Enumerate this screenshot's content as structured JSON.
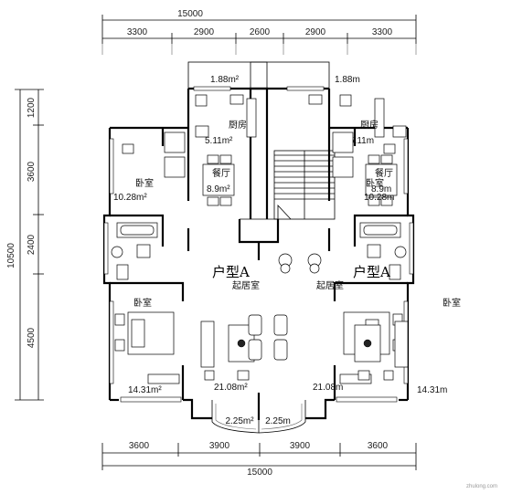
{
  "dimensions": {
    "top_total": "15000",
    "top_segments": [
      "3300",
      "2900",
      "2600",
      "2900",
      "3300"
    ],
    "bottom_segments": [
      "3600",
      "3900",
      "3900",
      "3600"
    ],
    "bottom_total": "15000",
    "left_total": "10500",
    "left_segments": [
      "1200",
      "3600",
      "2400",
      "4500"
    ]
  },
  "units": {
    "left": "户型A",
    "right": "户型A"
  },
  "rooms": {
    "balcony_left": "1.88m²",
    "balcony_right": "1.88m",
    "kitchen_left_name": "厨房",
    "kitchen_left_area": "5.11m²",
    "kitchen_right_name": "厨房",
    "kitchen_right_area": "5.11m",
    "dining_left_name": "餐厅",
    "dining_left_area": "8.9m²",
    "dining_right_name": "餐厅",
    "dining_right_area": "8.9m",
    "bedroom_nl_name": "卧室",
    "bedroom_nl_area": "10.28m²",
    "bedroom_nr_name": "卧室",
    "bedroom_nr_area": "10.28m",
    "bedroom_sl_name": "卧室",
    "bedroom_sl_area": "14.31m²",
    "bedroom_sr_name": "卧室",
    "bedroom_sr_area": "14.31m",
    "living_left_name": "起居室",
    "living_left_area": "21.08m²",
    "living_right_name": "起居室",
    "living_right_area": "21.08m",
    "front_balcony_left": "2.25m²",
    "front_balcony_right": "2.25m"
  },
  "watermark": "zhulong.com"
}
